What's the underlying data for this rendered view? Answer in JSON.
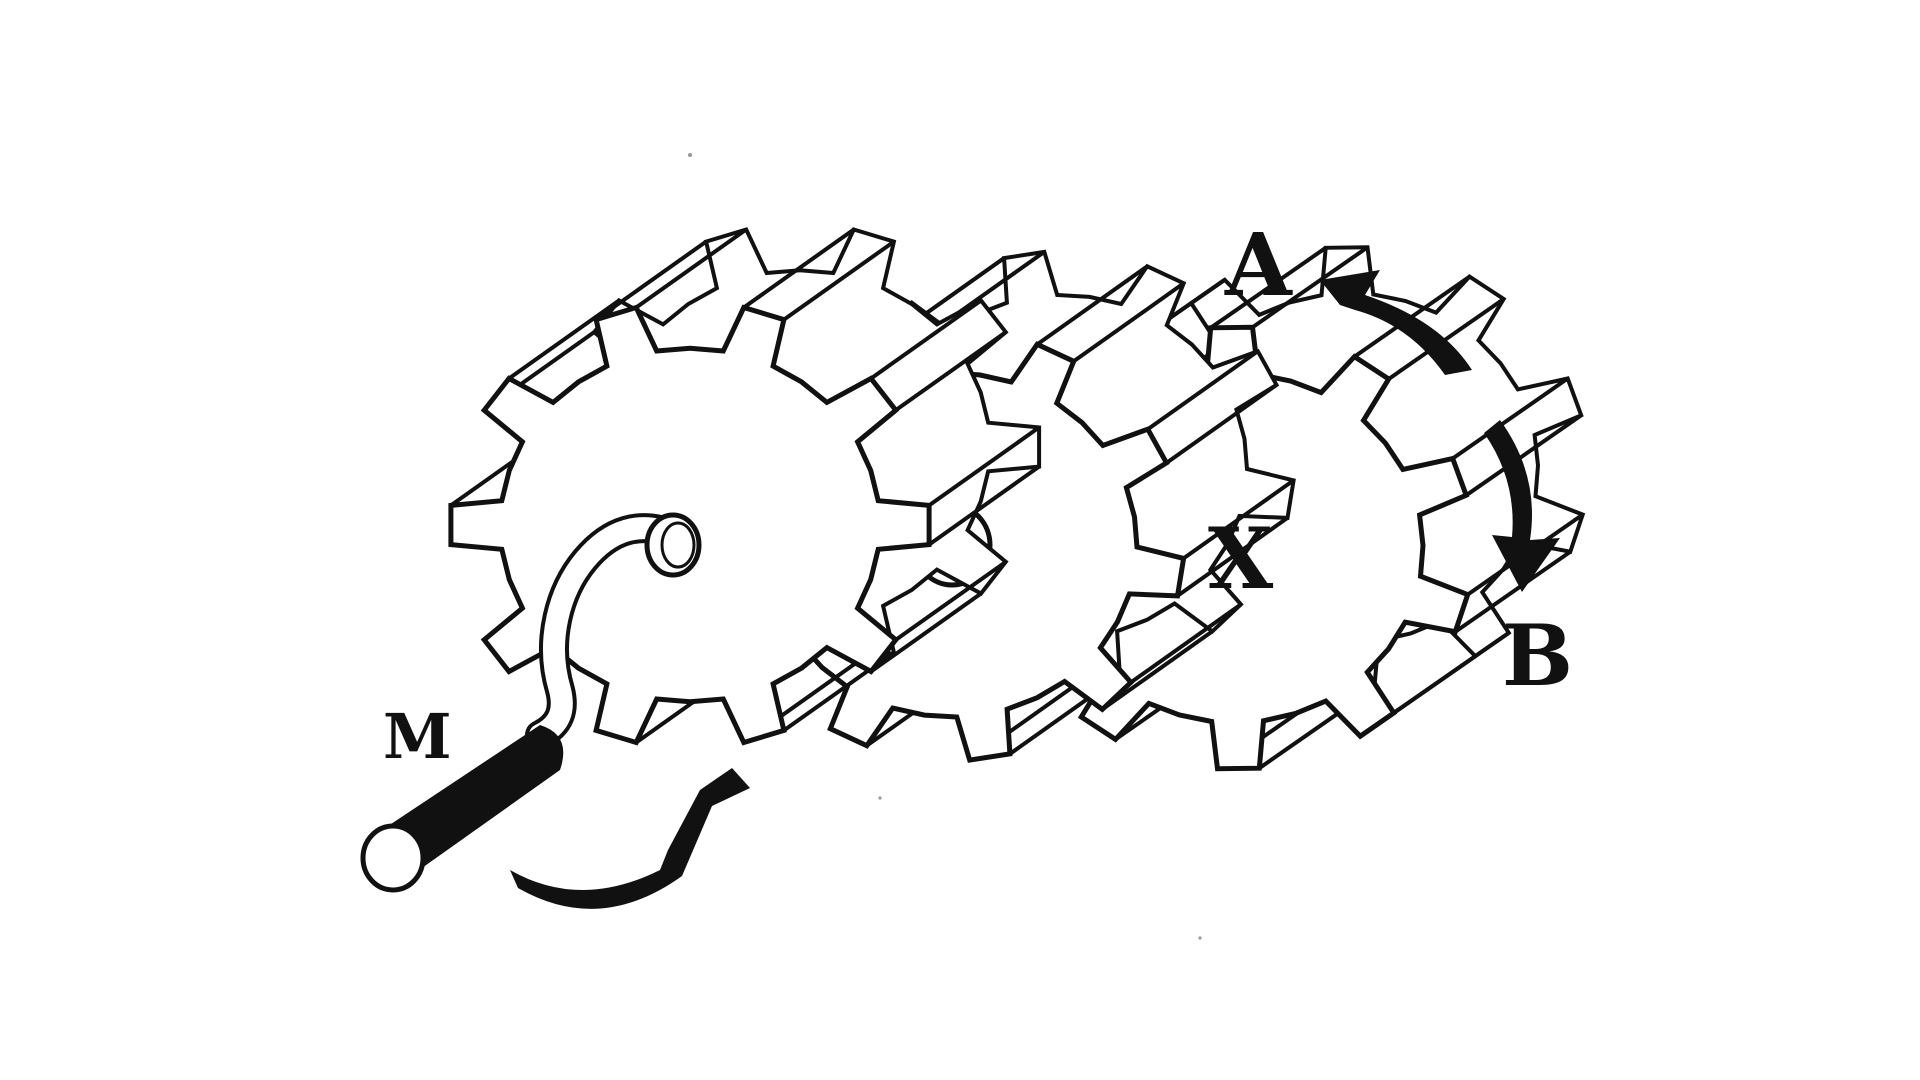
{
  "diagram": {
    "labels": {
      "handle": "M",
      "gear": "X",
      "direction_a": "A",
      "direction_b": "B"
    },
    "gears": [
      {
        "id": "gear-1",
        "label": "",
        "teeth": 10
      },
      {
        "id": "gear-2",
        "label": "",
        "teeth": 10
      },
      {
        "id": "gear-3",
        "label": "X",
        "teeth": 10
      }
    ],
    "arrows": [
      {
        "id": "crank-rotation-arrow"
      },
      {
        "id": "arrow-a"
      },
      {
        "id": "arrow-b"
      }
    ],
    "colors": {
      "ink": "#111111",
      "paper": "#ffffff"
    }
  }
}
